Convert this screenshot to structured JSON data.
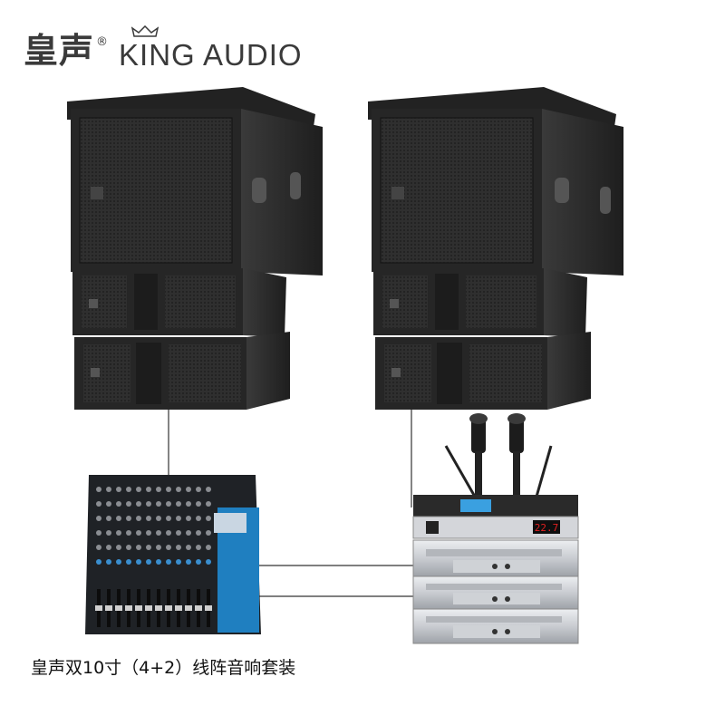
{
  "brand": {
    "chinese_name": "皇声",
    "registered_mark": "®",
    "english_name": "KING AUDIO"
  },
  "caption": "皇声双10寸（4+2）线阵音响套装",
  "colors": {
    "speaker_body": "#2b2b2b",
    "speaker_grille": "#3a3a3a",
    "mixer_blue": "#1f7fc0",
    "display_red": "#e02020",
    "amp_silver": "#d9dbdf"
  },
  "icons": [
    "crown-icon",
    "microphone-icon"
  ],
  "display_reading": "22.7"
}
